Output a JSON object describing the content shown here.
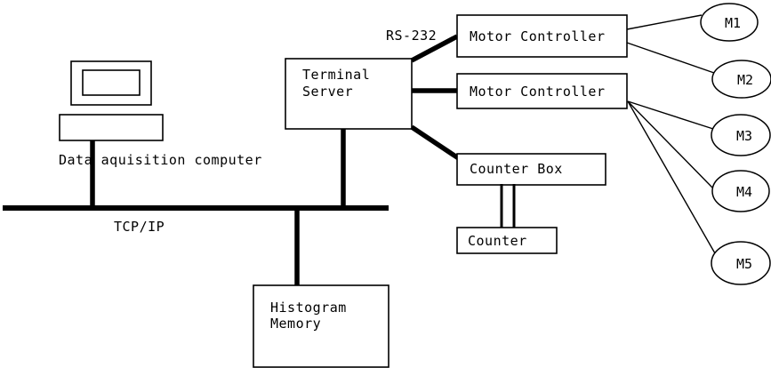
{
  "diagram": {
    "title": "Data acquisition system block diagram",
    "background_color": "#ffffff",
    "line_color": "#000000",
    "nodes": {
      "data_acquisition_computer": {
        "label": "Data aquisition computer",
        "shape": "monitor-and-base"
      },
      "terminal_server": {
        "line1": "Terminal",
        "line2": "Server",
        "shape": "rectangle"
      },
      "motor_controller_1": {
        "label": "Motor Controller",
        "shape": "rectangle"
      },
      "motor_controller_2": {
        "label": "Motor Controller",
        "shape": "rectangle"
      },
      "counter_box": {
        "label": "Counter Box",
        "shape": "rectangle"
      },
      "counter": {
        "label": "Counter",
        "shape": "rectangle"
      },
      "histogram_memory": {
        "line1": "Histogram",
        "line2": "Memory",
        "shape": "rectangle"
      }
    },
    "motors": [
      {
        "label": "M1"
      },
      {
        "label": "M2"
      },
      {
        "label": "M3"
      },
      {
        "label": "M4"
      },
      {
        "label": "M5"
      }
    ],
    "link_labels": {
      "network_bus": "TCP/IP",
      "serial": "RS-232"
    }
  }
}
